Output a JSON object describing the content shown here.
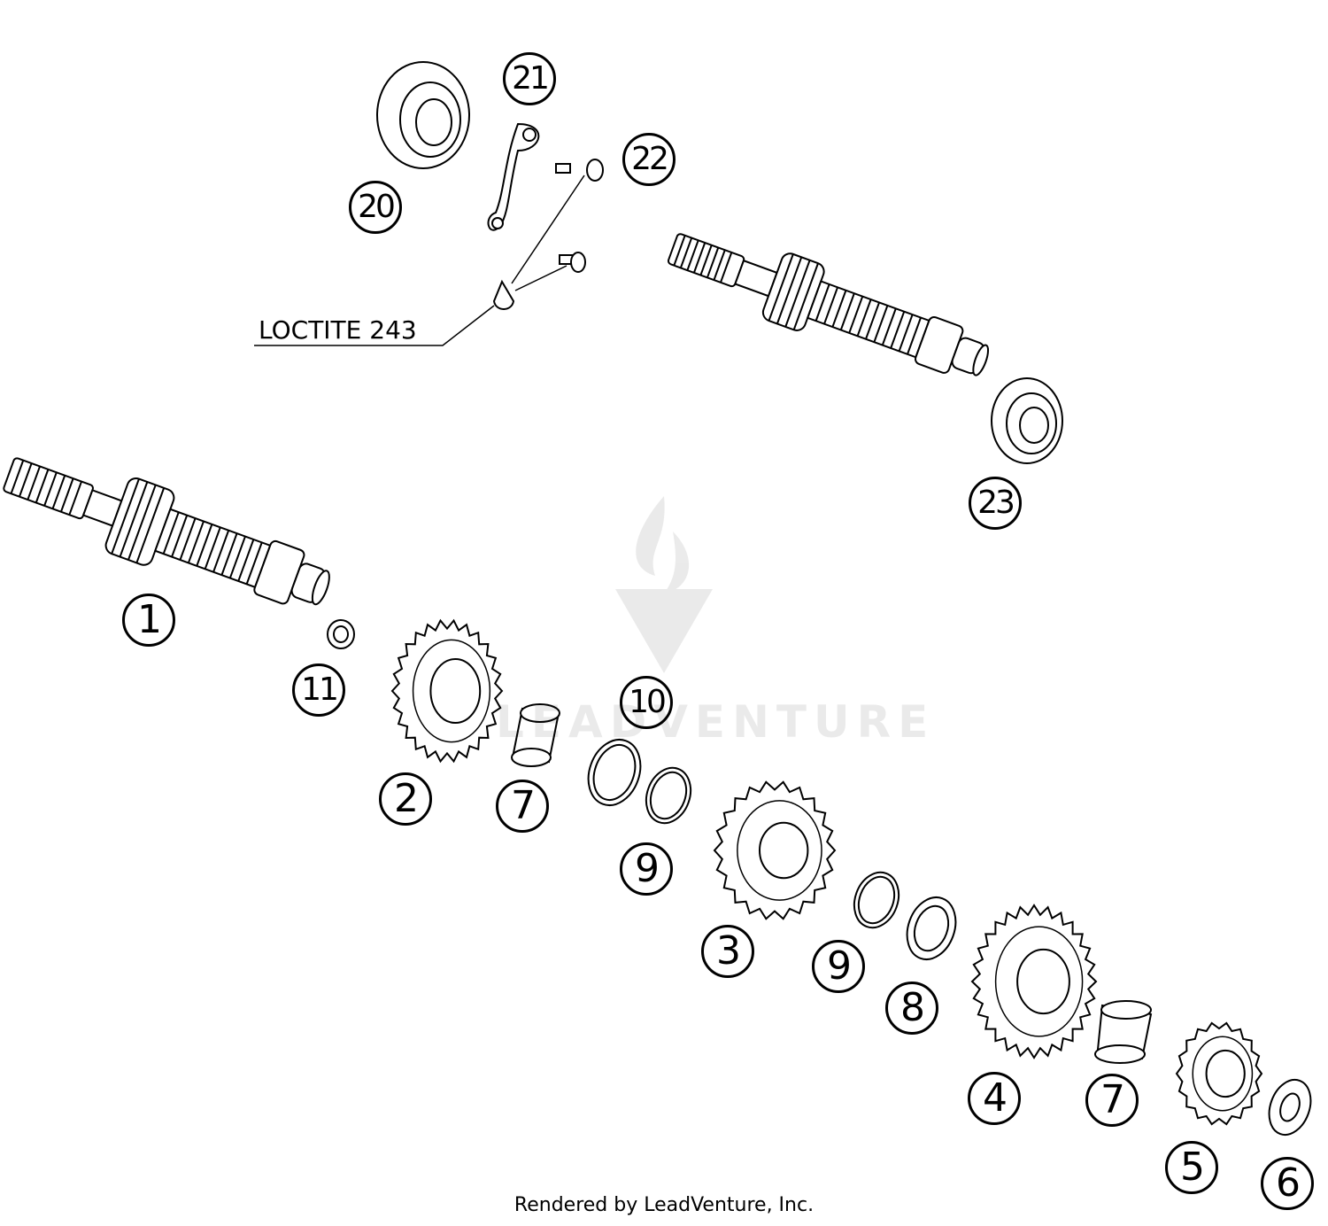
{
  "diagram": {
    "callouts": [
      {
        "id": "c1",
        "label": "1"
      },
      {
        "id": "c2",
        "label": "2"
      },
      {
        "id": "c3",
        "label": "3"
      },
      {
        "id": "c4",
        "label": "4"
      },
      {
        "id": "c5",
        "label": "5"
      },
      {
        "id": "c6",
        "label": "6"
      },
      {
        "id": "c7a",
        "label": "7"
      },
      {
        "id": "c7b",
        "label": "7"
      },
      {
        "id": "c8",
        "label": "8"
      },
      {
        "id": "c9a",
        "label": "9"
      },
      {
        "id": "c9b",
        "label": "9"
      },
      {
        "id": "c10",
        "label": "10"
      },
      {
        "id": "c11",
        "label": "11"
      },
      {
        "id": "c20",
        "label": "20"
      },
      {
        "id": "c21",
        "label": "21"
      },
      {
        "id": "c22",
        "label": "22"
      },
      {
        "id": "c23",
        "label": "23"
      }
    ],
    "annotation": "LOCTITE 243",
    "footer": "Rendered by LeadVenture, Inc.",
    "watermark": "LEADVENTURE"
  },
  "colors": {
    "line": "#000000",
    "fill": "#ffffff",
    "watermark": "#000000"
  }
}
